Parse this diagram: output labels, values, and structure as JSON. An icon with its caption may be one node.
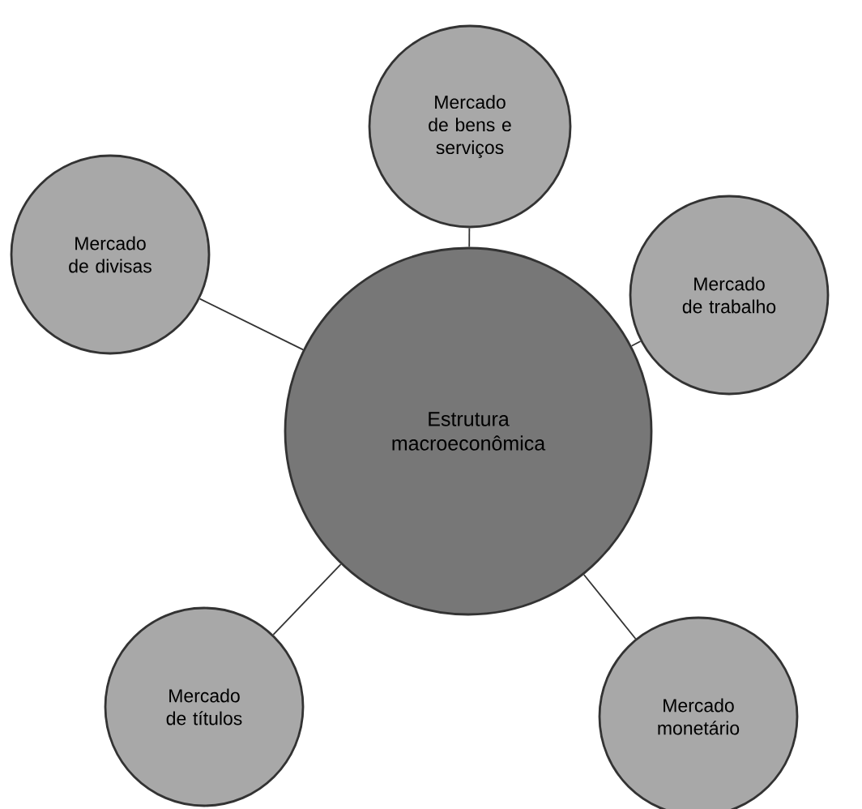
{
  "diagram": {
    "nodes": [
      {
        "text": [
          "Estrutura macroeconômica"
        ]
      },
      {
        "text": [
          "Mercado de bens e serviços"
        ]
      },
      {
        "text": [
          "Mercado de divisas"
        ]
      },
      {
        "text": [
          "Mercado de trabalho"
        ]
      },
      {
        "text": [
          "Mercado de títulos"
        ]
      },
      {
        "text": [
          "Mercado monetário"
        ]
      }
    ],
    "edges": [
      {
        "from": 0,
        "to": 1,
        "arrow": "none"
      },
      {
        "from": 0,
        "to": 2,
        "arrow": "none"
      },
      {
        "from": 0,
        "to": 3,
        "arrow": "none"
      },
      {
        "from": 0,
        "to": 4,
        "arrow": "none"
      },
      {
        "from": 0,
        "to": 5,
        "arrow": "none"
      }
    ]
  }
}
